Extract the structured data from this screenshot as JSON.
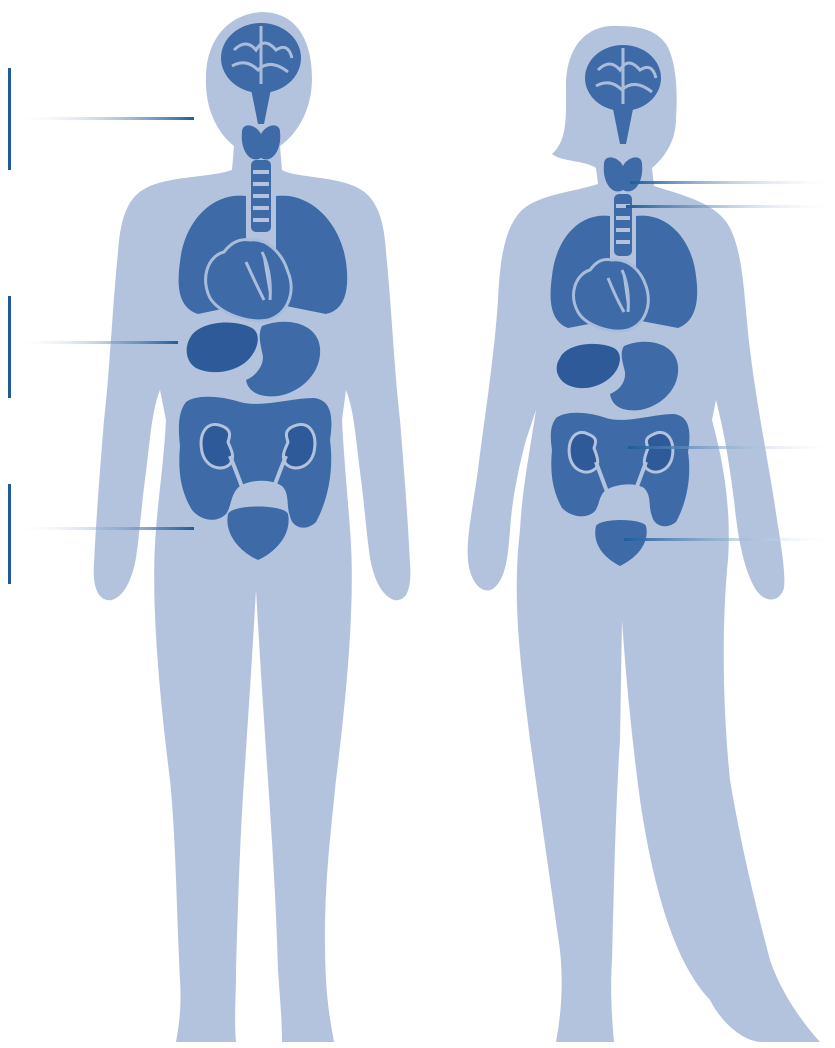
{
  "figure": {
    "colors": {
      "background": "#ffffff",
      "body": "#b3c3de",
      "organ": "#3e6aa7",
      "organ_dark": "#2f5a99",
      "organ_detail": "#a9bcdb",
      "leader_line": "#1f5d9c",
      "bracket": "#1f5a9a"
    },
    "figures": [
      {
        "name": "male-figure",
        "organs": [
          "brain",
          "brainstem",
          "thyroid",
          "trachea",
          "lungs",
          "heart",
          "liver",
          "stomach",
          "intestines",
          "kidneys",
          "ureters",
          "bladder"
        ]
      },
      {
        "name": "female-figure",
        "organs": [
          "brain",
          "brainstem",
          "thyroid",
          "trachea",
          "lungs",
          "heart",
          "liver",
          "stomach",
          "intestines",
          "kidneys",
          "ureters",
          "bladder"
        ]
      }
    ],
    "left_callouts": [
      {
        "name": "head-neck-callout",
        "labels": []
      },
      {
        "name": "abdomen-callout",
        "labels": []
      },
      {
        "name": "pelvis-callout",
        "labels": []
      }
    ],
    "right_callouts": [
      {
        "name": "thyroid-callout",
        "label": ""
      },
      {
        "name": "trachea-callout",
        "label": ""
      },
      {
        "name": "kidney-callout",
        "label": ""
      },
      {
        "name": "bladder-callout",
        "label": ""
      }
    ]
  }
}
